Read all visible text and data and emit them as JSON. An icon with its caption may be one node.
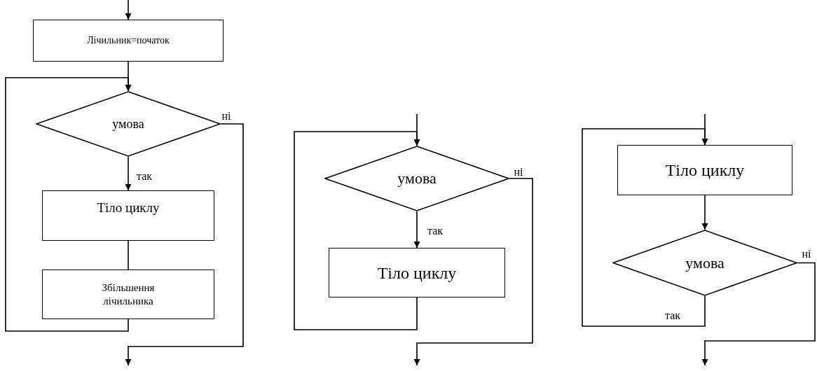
{
  "diagram": {
    "nodes": [
      {
        "text": [
          "Лічильник=початок"
        ]
      },
      {
        "text": [
          "умова"
        ]
      },
      {
        "text": [
          "Тіло циклу"
        ]
      },
      {
        "text": [
          "Збільшення лічильника"
        ]
      },
      {
        "text": [
          "умова"
        ]
      },
      {
        "text": [
          "Тіло циклу"
        ]
      },
      {
        "text": [
          "Тіло циклу"
        ]
      },
      {
        "text": [
          "умова"
        ]
      }
    ],
    "edges": [
      {
        "from": null,
        "to": 0,
        "arrow": "to"
      },
      {
        "from": 0,
        "to": 1,
        "arrow": "to"
      },
      {
        "from": 1,
        "to": 2,
        "arrow": "to",
        "label": "так"
      },
      {
        "from": 2,
        "to": 3,
        "arrow": "none"
      },
      {
        "from": 3,
        "to": 1,
        "arrow": "to"
      },
      {
        "from": 1,
        "to": null,
        "arrow": "to",
        "label": "ні"
      },
      {
        "from": null,
        "to": 4,
        "arrow": "to"
      },
      {
        "from": 4,
        "to": 5,
        "arrow": "to",
        "label": "так"
      },
      {
        "from": 5,
        "to": 4,
        "arrow": "to"
      },
      {
        "from": 4,
        "to": null,
        "arrow": "to",
        "label": "ні"
      },
      {
        "from": null,
        "to": 6,
        "arrow": "to"
      },
      {
        "from": 6,
        "to": 7,
        "arrow": "to"
      },
      {
        "from": 7,
        "to": 6,
        "arrow": "to",
        "label": "так"
      },
      {
        "from": 7,
        "to": null,
        "arrow": "to",
        "label": "ні"
      }
    ]
  }
}
